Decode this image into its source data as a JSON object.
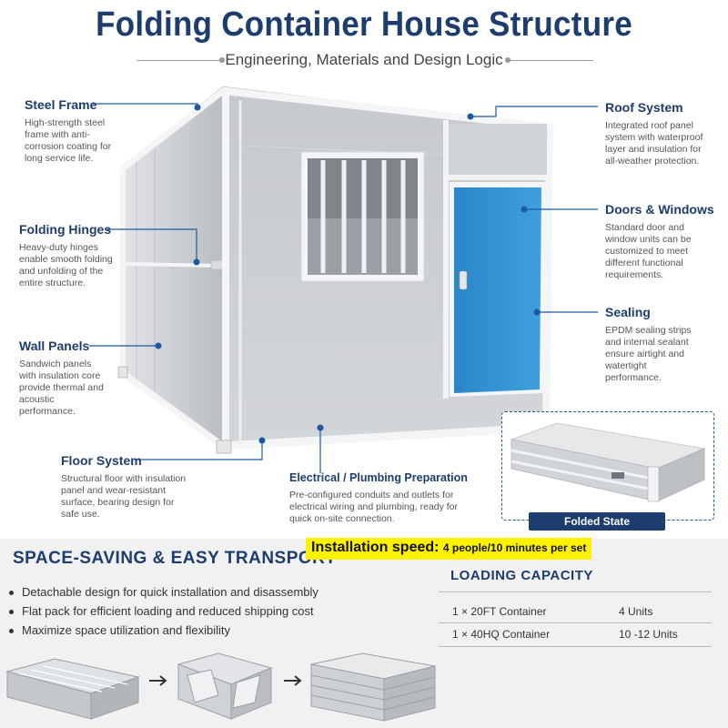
{
  "header": {
    "title": "Folding Container House Structure",
    "subtitle": "Engineering, Materials and Design Logic"
  },
  "callouts": {
    "steel_frame": {
      "title": "Steel Frame",
      "text": "High-strength steel frame with anti-corrosion coating for long service life."
    },
    "folding_hinges": {
      "title": "Folding Hinges",
      "text": "Heavy-duty hinges enable smooth folding and unfolding of the entire structure."
    },
    "wall_panels": {
      "title": "Wall Panels",
      "text": "Sandwich panels with insulation core provide thermal and acoustic performance."
    },
    "floor_system": {
      "title": "Floor System",
      "text": "Structural floor with insulation panel and wear-resistant surface, bearing design for safe use."
    },
    "electrical": {
      "title": "Electrical / Plumbing Preparation",
      "text": "Pre-configured conduits and outlets for electrical wiring and plumbing, ready for quick on-site connection."
    },
    "roof_system": {
      "title": "Roof System",
      "text": "Integrated roof panel system with waterproof layer and insulation for all-weather protection."
    },
    "doors_windows": {
      "title": "Doors & Windows",
      "text": "Standard door and window units can be customized to meet different functional requirements."
    },
    "sealing": {
      "title": "Sealing",
      "text": "EPDM sealing strips and internal sealant ensure airtight and watertight performance."
    }
  },
  "folded_state": {
    "label": "Folded State"
  },
  "transport": {
    "title": "SPACE-SAVING & EASY TRANSPORT",
    "install_label": "Installation speed:",
    "install_value": "4 people/10 minutes per set",
    "bullets": [
      "Detachable design for quick installation and disassembly",
      "Flat pack for efficient loading and reduced shipping cost",
      "Maximize space utilization and flexibility"
    ]
  },
  "loading_capacity": {
    "title": "LOADING CAPACITY",
    "rows": [
      {
        "container": "1 × 20FT Container",
        "units": "4 Units"
      },
      {
        "container": "1 × 40HQ Container",
        "units": "10 -12 Units"
      }
    ]
  },
  "colors": {
    "brand_navy": "#1c3d6e",
    "door_blue": "#2f8fd0",
    "panel_gray": "#c9ccd0",
    "highlight_yellow": "#fff200"
  }
}
